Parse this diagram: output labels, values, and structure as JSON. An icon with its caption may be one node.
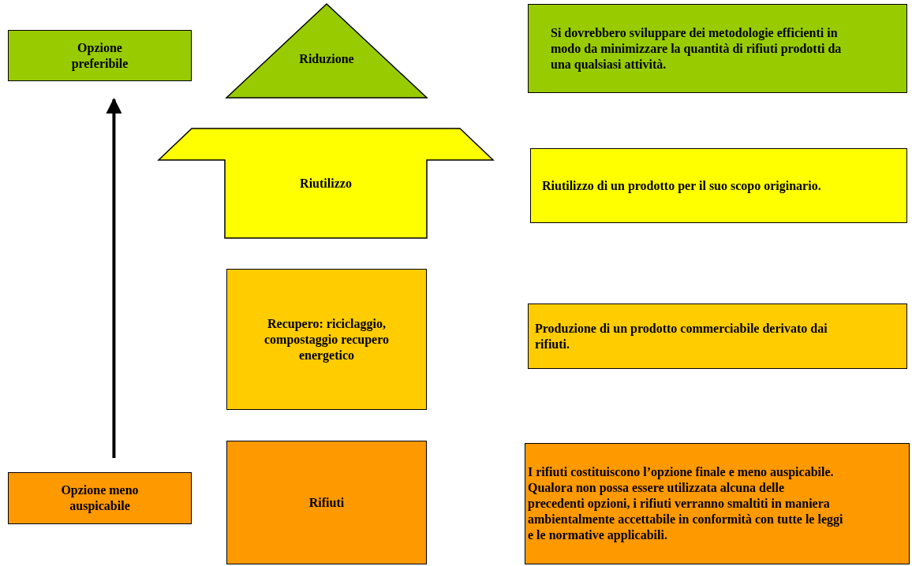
{
  "diagram": {
    "nodes": [
      {
        "text": [
          "Opzione preferibile"
        ]
      },
      {
        "text": [
          "Riduzione"
        ]
      },
      {
        "text": [
          "Riutilizzo"
        ]
      },
      {
        "text": [
          "Recupero: riciclaggio, compostaggio recupero energetico"
        ]
      },
      {
        "text": [
          "Rifiuti"
        ]
      },
      {
        "text": [
          "Opzione meno auspicabile"
        ]
      },
      {
        "text": [
          "Si dovrebbero sviluppare dei metodologie efficienti in modo da minimizzare la quantità di rifiuti prodotti da una qualsiasi attività."
        ]
      },
      {
        "text": [
          "Riutilizzo di un prodotto per il suo scopo originario."
        ]
      },
      {
        "text": [
          "Produzione di un prodotto commerciabile derivato dai rifiuti."
        ]
      },
      {
        "text": [
          "I rifiuti costituiscono l’opzione finale e meno auspicabile. Qualora non possa essere utilizzata alcuna delle precedenti opzioni, i rifiuti verranno smaltiti in maniera ambientalmente accettabile in conformità con tutte le leggi e le normative applicabili."
        ]
      }
    ],
    "edges": [
      {
        "from": 5,
        "to": 0,
        "arrow": "to"
      }
    ]
  }
}
